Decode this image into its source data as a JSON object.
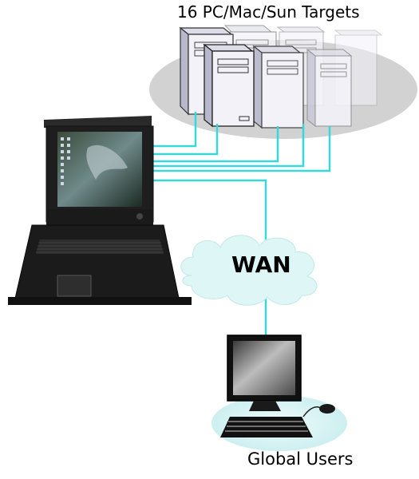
{
  "diagram": {
    "title": "16 PC/Mac/Sun Targets",
    "network_label": "WAN",
    "users_label": "Global Users"
  },
  "colors": {
    "link": "#39d8d8",
    "cloud": "#dff6f6",
    "tower_front": "#f2f2f8",
    "tower_side": "#c8c8d8",
    "ellipse": "#d0d0d0",
    "users_ellipse": "#dff6f6"
  }
}
